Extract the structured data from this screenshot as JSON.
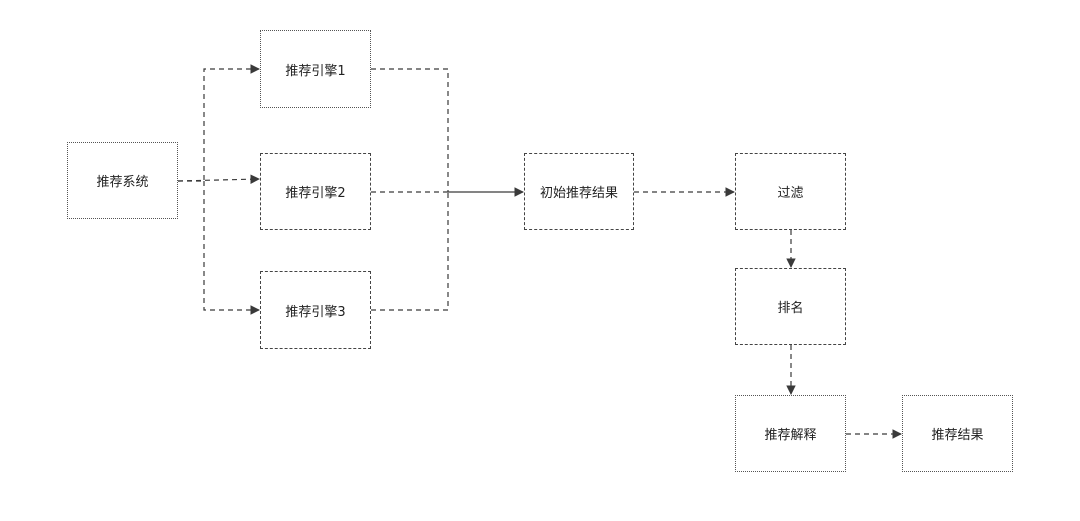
{
  "nodes": {
    "system": "推荐系统",
    "engine1": "推荐引擎1",
    "engine2": "推荐引擎2",
    "engine3": "推荐引擎3",
    "initial": "初始推荐结果",
    "filter": "过滤",
    "ranking": "排名",
    "explain": "推荐解释",
    "result": "推荐结果"
  },
  "colors": {
    "line": "#3a3a3a",
    "border": "#444444",
    "text": "#222222"
  }
}
